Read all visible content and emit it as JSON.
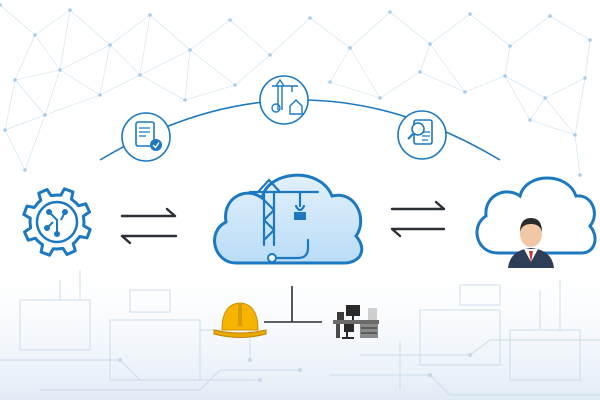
{
  "diagram": {
    "background": {
      "network_color": "#9ec9e8",
      "circuit_color": "#cfe0f0"
    },
    "nodes": [
      {
        "id": "gear",
        "icon": "gear-circuit-icon",
        "color": "#1c79c0"
      },
      {
        "id": "cloud-main",
        "icon": "cloud-crane-icon",
        "color": "#1c79c0",
        "fill": "#cde7fa"
      },
      {
        "id": "cloud-user",
        "icon": "cloud-person-icon",
        "color": "#1c79c0"
      },
      {
        "id": "doc-check",
        "icon": "document-check-icon",
        "color": "#1c79c0"
      },
      {
        "id": "crane-gear",
        "icon": "crane-gear-house-icon",
        "color": "#1c79c0"
      },
      {
        "id": "doc-search",
        "icon": "document-search-icon",
        "color": "#1c79c0"
      },
      {
        "id": "hard-hat",
        "icon": "hard-hat-icon",
        "color": "#f4b400"
      },
      {
        "id": "workstation",
        "icon": "office-desk-icon",
        "color": "#4a4a4a"
      }
    ],
    "connectors": [
      {
        "from": "gear",
        "to": "cloud-main",
        "type": "bidirectional"
      },
      {
        "from": "cloud-main",
        "to": "cloud-user",
        "type": "bidirectional"
      },
      {
        "from": "cloud-main",
        "to": "hard-hat",
        "type": "tree"
      },
      {
        "from": "cloud-main",
        "to": "workstation",
        "type": "tree"
      }
    ],
    "accent_color": "#1c79c0",
    "arrow_color": "#2b2f36"
  }
}
